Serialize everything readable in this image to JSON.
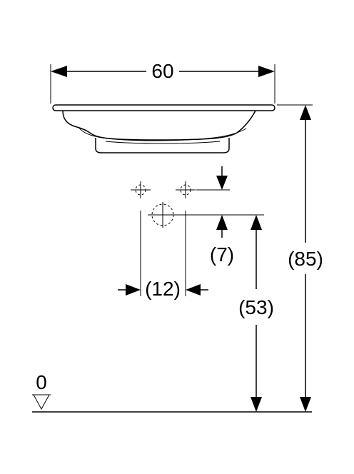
{
  "dimensions": {
    "width": "60",
    "total_height": "(85)",
    "outlet_height": "(53)",
    "outlet_offset_vertical": "(7)",
    "outlet_spacing": "(12)",
    "floor_level": "0"
  }
}
